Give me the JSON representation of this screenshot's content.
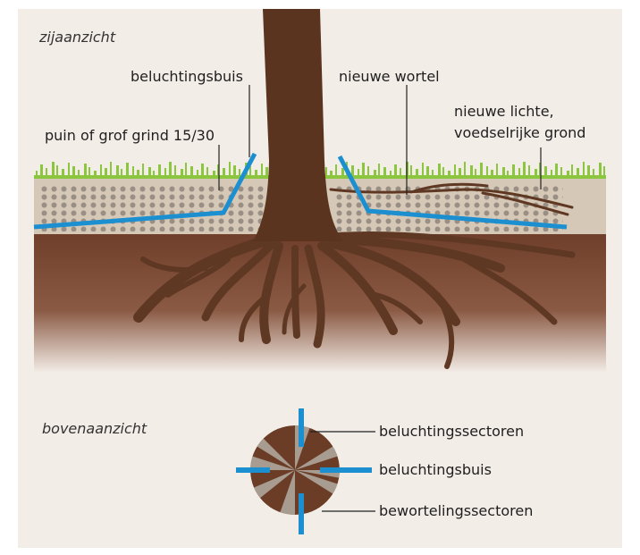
{
  "colors": {
    "background": "#ffffff",
    "panel": "#f3ede7",
    "grass": "#8cc63f",
    "topsoil": "#d5c8b6",
    "gravel": "#9a8f84",
    "pipe": "#1b8fcf",
    "subsoil": "#6f3f2b",
    "trunk": "#5b3420",
    "root": "#5e3823",
    "line": "#222222",
    "sector_root": "#6b3d27",
    "sector_air": "#a89c90"
  },
  "side_view": {
    "title": "zijaanzicht",
    "labels": {
      "aeration_pipe": "beluchtingsbuis",
      "new_root": "nieuwe wortel",
      "rubble": "puin of grof grind 15/30",
      "new_soil_line1": "nieuwe lichte,",
      "new_soil_line2": "voedselrijke grond"
    }
  },
  "top_view": {
    "title": "bovenaanzicht",
    "labels": {
      "aeration_sectors": "beluchtingssectoren",
      "aeration_pipe": "beluchtingsbuis",
      "rooting_sectors": "bewortelingssectoren"
    }
  }
}
